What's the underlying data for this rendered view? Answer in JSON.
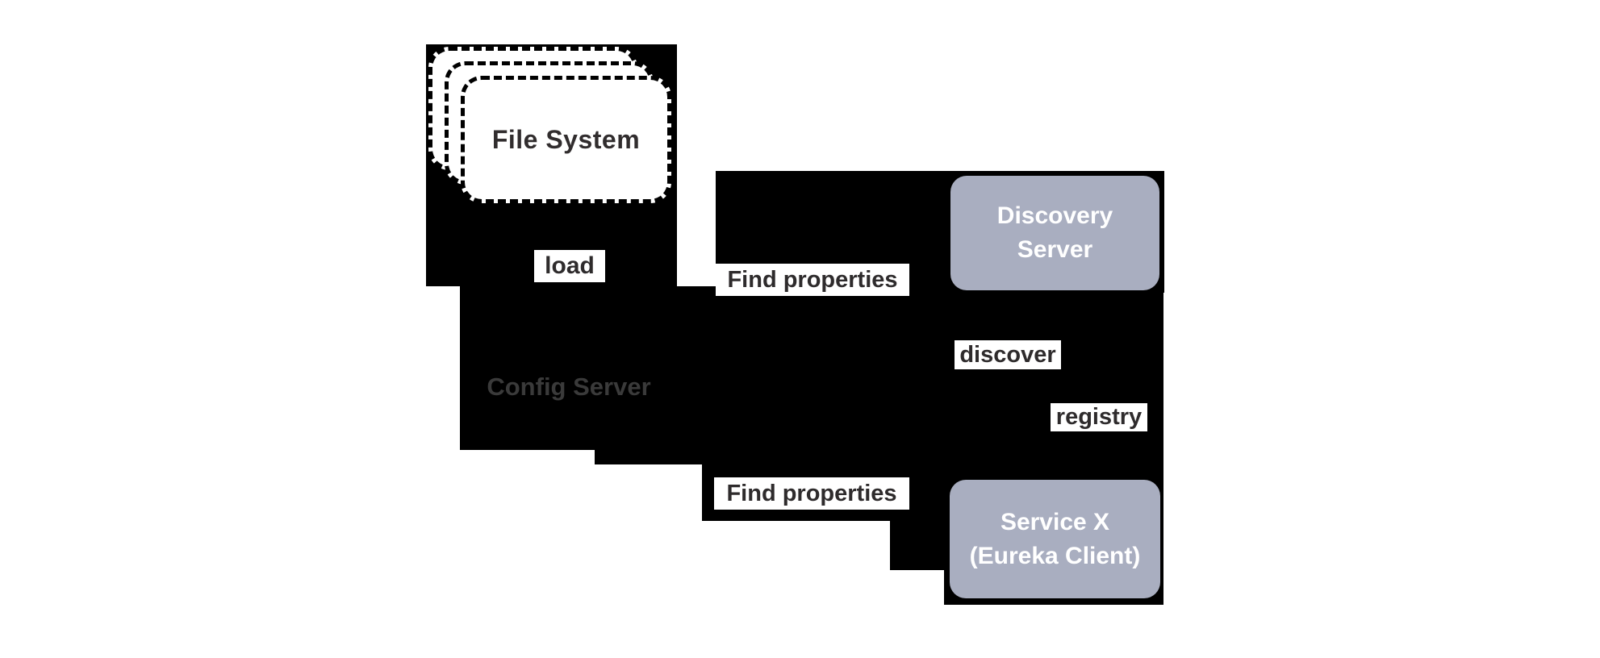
{
  "diagram": {
    "nodes": {
      "file_system": {
        "label": "File System"
      },
      "config_server": {
        "label": "Config Server"
      },
      "discovery_server": {
        "line1": "Discovery",
        "line2": "Server"
      },
      "service_x": {
        "line1": "Service X",
        "line2": "(Eureka Client)"
      }
    },
    "edge_labels": {
      "load": "load",
      "find_properties_top": "Find properties",
      "discover": "discover",
      "registry": "registry",
      "find_properties_bottom": "Find properties"
    },
    "colors": {
      "page_background": "#ffffff",
      "region_background": "#000000",
      "node_fill": "#a9aec0",
      "node_text": "#ffffff",
      "edge_label_background": "#ffffff",
      "edge_label_text": "#2e2b2c",
      "config_server_text": "#3a3a3a",
      "file_system_text": "#312d2e",
      "dashed_border": "#000000"
    }
  }
}
